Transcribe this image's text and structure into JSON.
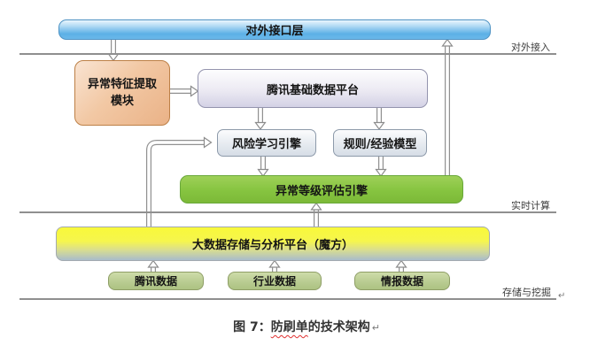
{
  "nodes": {
    "interface_layer": "对外接口层",
    "feature_module": "异常特征提取\n模块",
    "data_platform": "腾讯基础数据平台",
    "risk_engine": "风险学习引擎",
    "rule_model": "规则/经验模型",
    "eval_engine": "异常等级评估引擎",
    "storage_platform": "大数据存储与分析平台（魔方）",
    "data_sources": [
      "腾讯数据",
      "行业数据",
      "情报数据"
    ]
  },
  "layers": [
    {
      "label": "对外接入"
    },
    {
      "label": "实时计算"
    },
    {
      "label": "存储与挖掘"
    }
  ],
  "caption": {
    "prefix": "图 7：",
    "underlined": "防刷单",
    "suffix": "的技术架构",
    "return_mark": "↵"
  },
  "marks": {
    "divider_return": "↵"
  },
  "colors": {
    "interface_bar": "#5cb0e6",
    "feature_module": "#efbd92",
    "data_platform": "#d3d1e5",
    "engine_box": "#e4e9ef",
    "eval_engine": "#86c440",
    "storage_platform_top": "#f8f83a",
    "storage_platform_bottom": "#a9bccb",
    "data_source": "#b9cc92",
    "connector": "#909090",
    "caption_underline": "#e03030"
  }
}
